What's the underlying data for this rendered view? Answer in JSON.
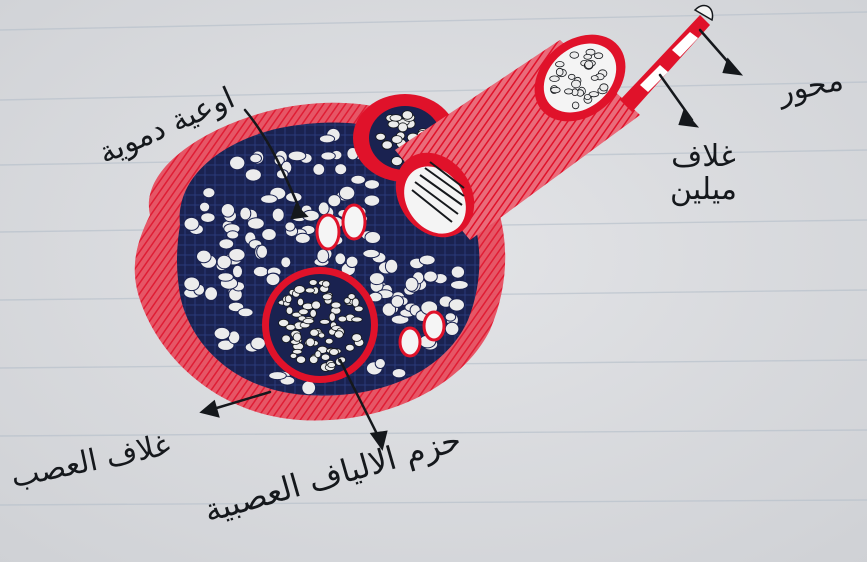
{
  "labels": {
    "blood_vessels": "اوعية دموية",
    "axon": "محور",
    "myelin_line1": "غلاف",
    "myelin_line2": "ميلين",
    "nerve_sheath": "غلاف العصب",
    "fiber_bundles": "حزم الالياف العصبية"
  },
  "colors": {
    "paper": "#d9dadd",
    "ruled_line": "#b9c2cc",
    "sheath_red": "#e0122a",
    "connective_navy": "#1a2250",
    "fiber_fill": "#ececec",
    "ink": "#15181c"
  }
}
